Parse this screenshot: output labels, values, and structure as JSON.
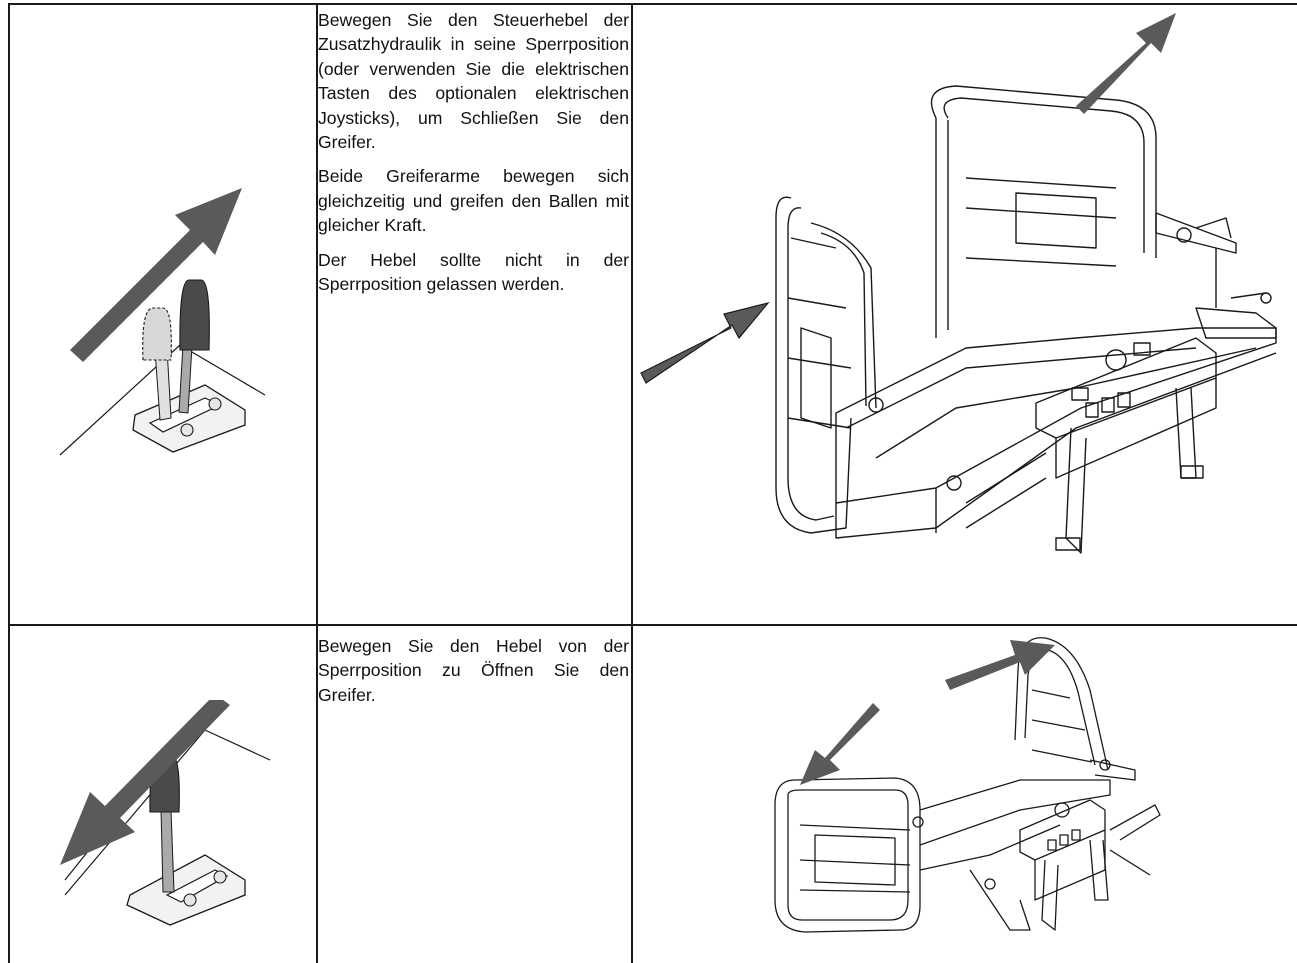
{
  "rows": [
    {
      "paragraphs": [
        "Bewegen Sie den Steuerhebel der Zusatzhydraulik in seine Sperrposition (oder verwenden Sie die elektrischen Tasten des optionalen elektrischen Joysticks), um Schließen Sie den Greifer.",
        "Beide Greiferarme bewegen sich gleichzeitig und greifen den Ballen mit gleicher Kraft.",
        "Der Hebel sollte nicht in der Sperrposition gelassen werden."
      ],
      "lever_icon": "lever-push-up-right-icon",
      "grab_icon": "bale-grab-closing-icon"
    },
    {
      "paragraphs": [
        "Bewegen Sie den Hebel von der Sperrposition zu Öffnen Sie den Greifer."
      ],
      "lever_icon": "lever-pull-down-left-icon",
      "grab_icon": "bale-grab-opening-icon"
    }
  ],
  "colors": {
    "line": "#1a1a1a",
    "arrow": "#5a5a5a",
    "handle_dark": "#4a4a4a",
    "handle_light": "#d8d8d8"
  }
}
